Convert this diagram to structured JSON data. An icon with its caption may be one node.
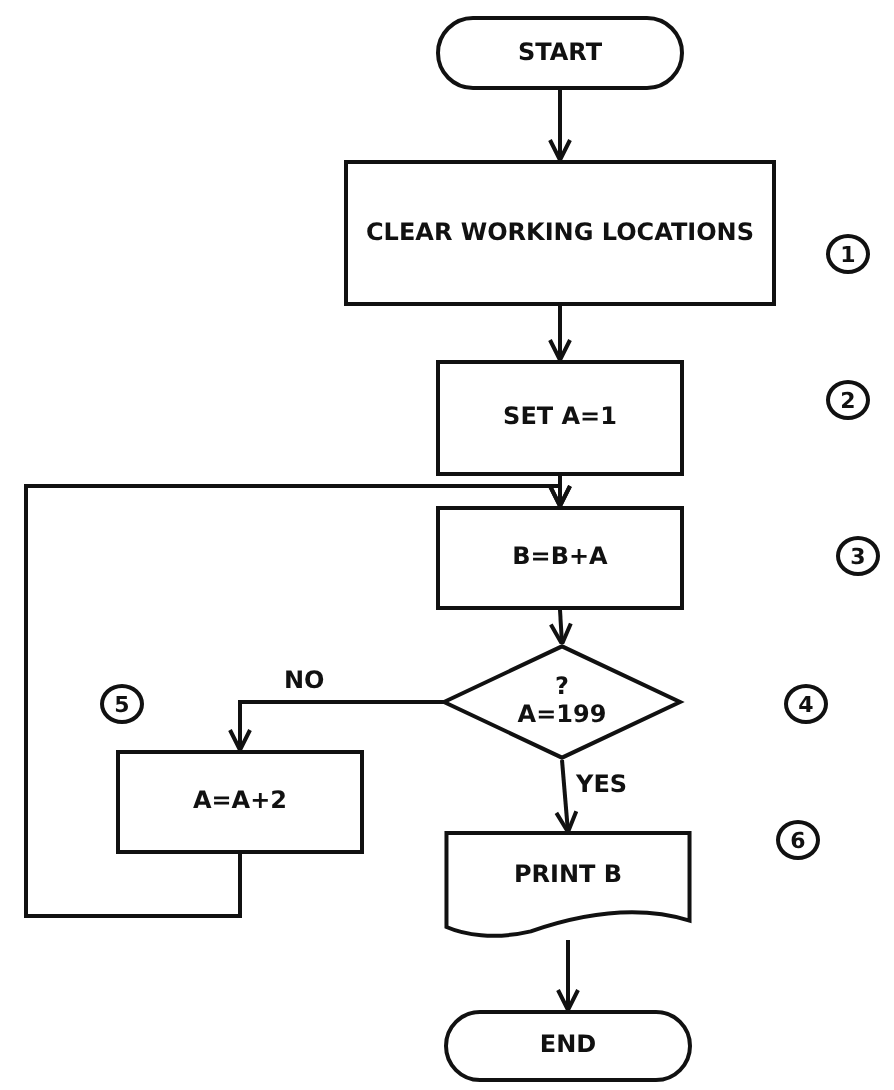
{
  "diagram": {
    "nodes": [
      {
        "text": [
          "START"
        ]
      },
      {
        "text": [
          "CLEAR WORKING LOCATIONS"
        ]
      },
      {
        "text": [
          "SET A=1"
        ]
      },
      {
        "text": [
          "B=B+A"
        ]
      },
      {
        "text": [
          "?",
          "A=199"
        ]
      },
      {
        "text": [
          "A=A+2"
        ]
      },
      {
        "text": [
          "PRINT B"
        ]
      },
      {
        "text": [
          "END"
        ]
      }
    ],
    "edges": [
      {
        "from": 0,
        "to": 1,
        "arrow": "to"
      },
      {
        "from": 1,
        "to": 2,
        "arrow": "to"
      },
      {
        "from": 2,
        "to": 3,
        "arrow": "to"
      },
      {
        "from": 3,
        "to": 4,
        "arrow": "to"
      },
      {
        "from": 4,
        "to": 5,
        "arrow": "to",
        "label": "NO"
      },
      {
        "from": 5,
        "to": 3,
        "arrow": "to"
      },
      {
        "from": 4,
        "to": 6,
        "arrow": "to",
        "label": "YES"
      },
      {
        "from": 6,
        "to": 7,
        "arrow": "to"
      }
    ],
    "labels": [
      "1",
      "2",
      "3",
      "4",
      "5",
      "6"
    ]
  }
}
